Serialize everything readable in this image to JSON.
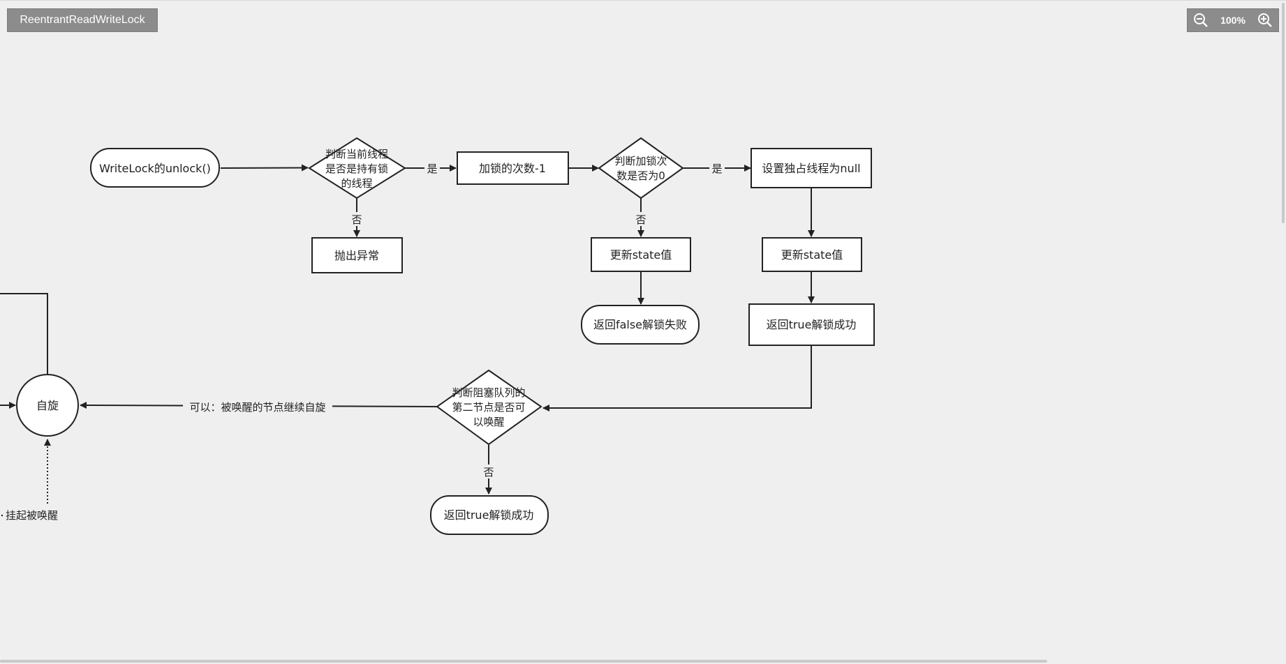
{
  "header": {
    "title": "ReentrantReadWriteLock",
    "zoom_level": "100%",
    "zoom_out_icon": "zoom-out-icon",
    "zoom_in_icon": "zoom-in-icon"
  },
  "diagram": {
    "nodes": {
      "start": "WriteLock的unlock()",
      "check_owner": [
        "判断当前线程",
        "是否是持有锁",
        "的线程"
      ],
      "throw_exception": "抛出异常",
      "decrement": "加锁的次数-1",
      "check_zero": [
        "判断加锁次",
        "数是否为0"
      ],
      "set_owner_null": "设置独占线程为null",
      "update_state_a": "更新state值",
      "return_false": "返回false解锁失败",
      "update_state_b": "更新state值",
      "return_true_a": "返回true解锁成功",
      "check_wake": [
        "判断阻塞队列的",
        "第二节点是否可",
        "以唤醒"
      ],
      "return_true_b": "返回true解锁成功",
      "spin": "自旋"
    },
    "edge_labels": {
      "owner_yes": "是",
      "owner_no": "否",
      "zero_yes": "是",
      "zero_no": "否",
      "wake_yes": "可以：被唤醒的节点继续自旋",
      "wake_no": "否",
      "suspended": "挂起被唤醒"
    }
  }
}
